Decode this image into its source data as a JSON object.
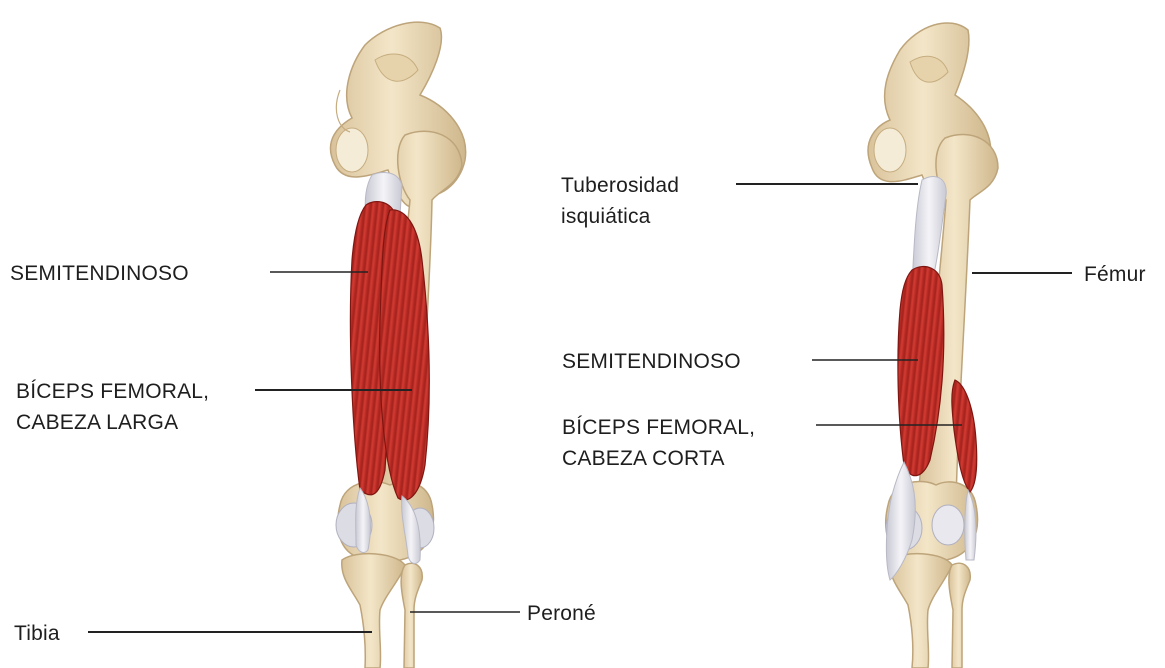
{
  "figure": {
    "left_view": {
      "labels": {
        "semitendinoso": "SEMITENDINOSO",
        "biceps_line1": "BÍCEPS FEMORAL,",
        "biceps_line2": "CABEZA LARGA",
        "tibia": "Tibia",
        "perone": "Peroné"
      }
    },
    "right_view": {
      "labels": {
        "tuberosidad_line1": "Tuberosidad",
        "tuberosidad_line2": "isquiática",
        "femur": "Fémur",
        "semitendinoso": "SEMITENDINOSO",
        "biceps_line1": "BÍCEPS FEMORAL,",
        "biceps_line2": "CABEZA CORTA"
      }
    }
  },
  "colors": {
    "bone": "#efe0c0",
    "bone_shadow": "#cdb58a",
    "muscle": "#c8332c",
    "muscle_dark": "#9e1f1a",
    "tendon": "#e7e7ee",
    "leader_line": "#222222",
    "text": "#1e1e1e"
  }
}
